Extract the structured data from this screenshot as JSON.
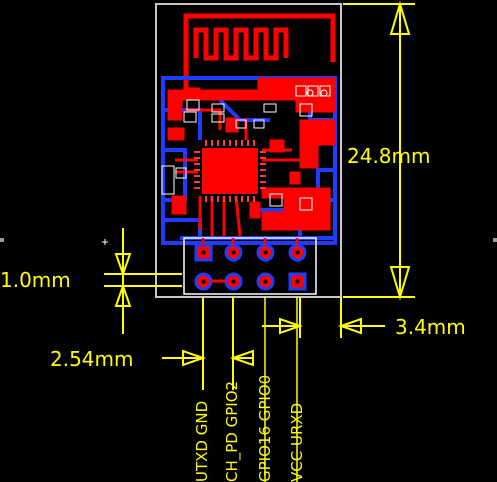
{
  "colors": {
    "background": "#000000",
    "dimension": "#ffff00",
    "board_outline": "#c8c8c8",
    "top_copper": "#ff0000",
    "bottom_copper": "#1f3cff",
    "silkscreen": "#ffffff"
  },
  "dimensions": {
    "height": "24.8mm",
    "pad_gap": "1.0mm",
    "edge_offset": "3.4mm",
    "pitch": "2.54mm"
  },
  "pins": {
    "col1": "UTXD GND",
    "col2": "CH_PD GPIO2",
    "col3": "GPIO16 GPIO0",
    "col4": "VCC URXD"
  }
}
